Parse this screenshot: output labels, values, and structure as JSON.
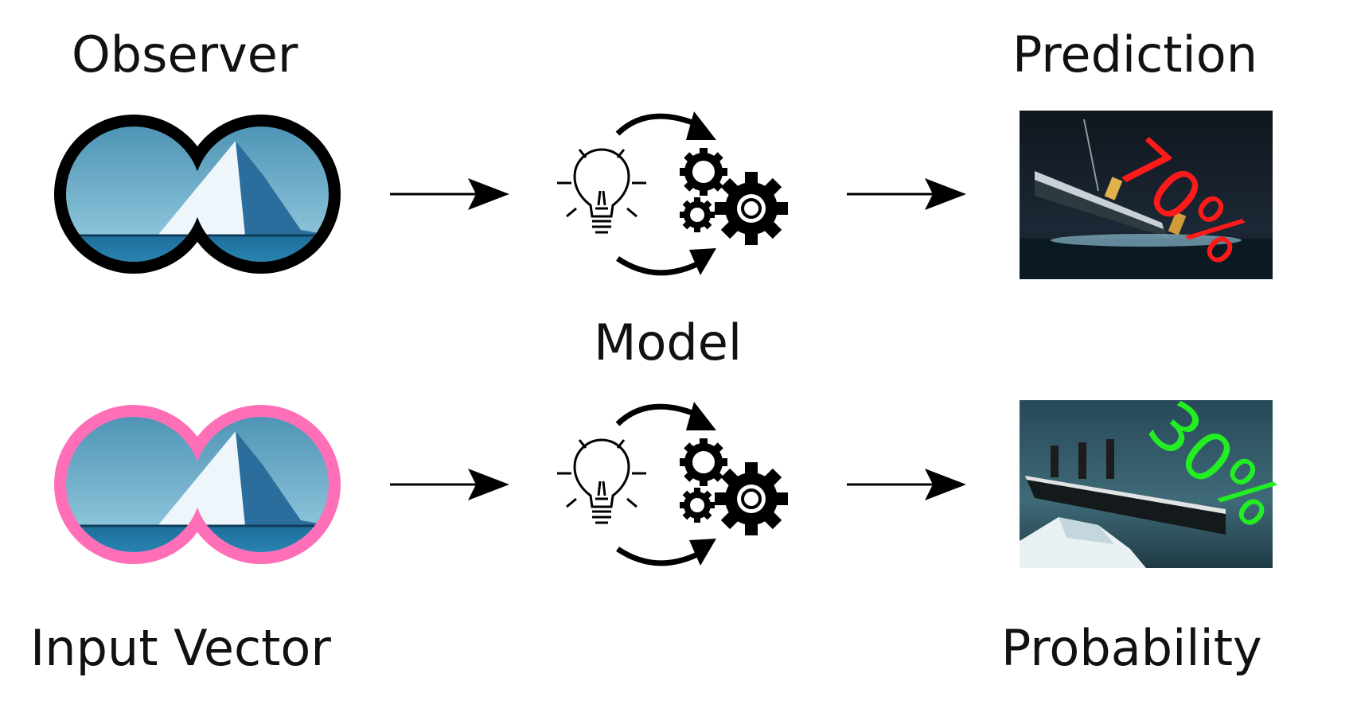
{
  "labels": {
    "observer": "Observer",
    "input_vector": "Input Vector",
    "model": "Model",
    "prediction": "Prediction",
    "probability": "Probability"
  },
  "predictions": [
    {
      "value": "70%",
      "color": "#ff1a1a"
    },
    {
      "value": "30%",
      "color": "#22ee22"
    }
  ],
  "colors": {
    "observer_frame": "#000000",
    "input_frame": "#ff6fb8"
  },
  "icons": [
    "binoculars-icon",
    "arrow-right-icon",
    "lightbulb-icon",
    "gears-icon",
    "curved-arrow-icon"
  ]
}
